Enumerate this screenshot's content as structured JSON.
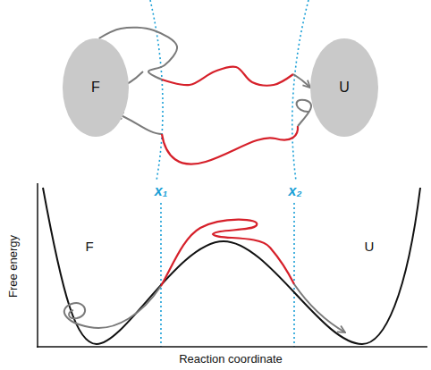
{
  "diagram": {
    "nodes": [
      {
        "text": [
          "F"
        ]
      },
      {
        "text": [
          "U"
        ]
      }
    ],
    "edges": [
      {
        "from": 0,
        "to": 1,
        "arrow": "to"
      }
    ],
    "labels": [
      "x₁",
      "x₂",
      "F",
      "U",
      "Free energy",
      "Reaction coordinate"
    ]
  }
}
